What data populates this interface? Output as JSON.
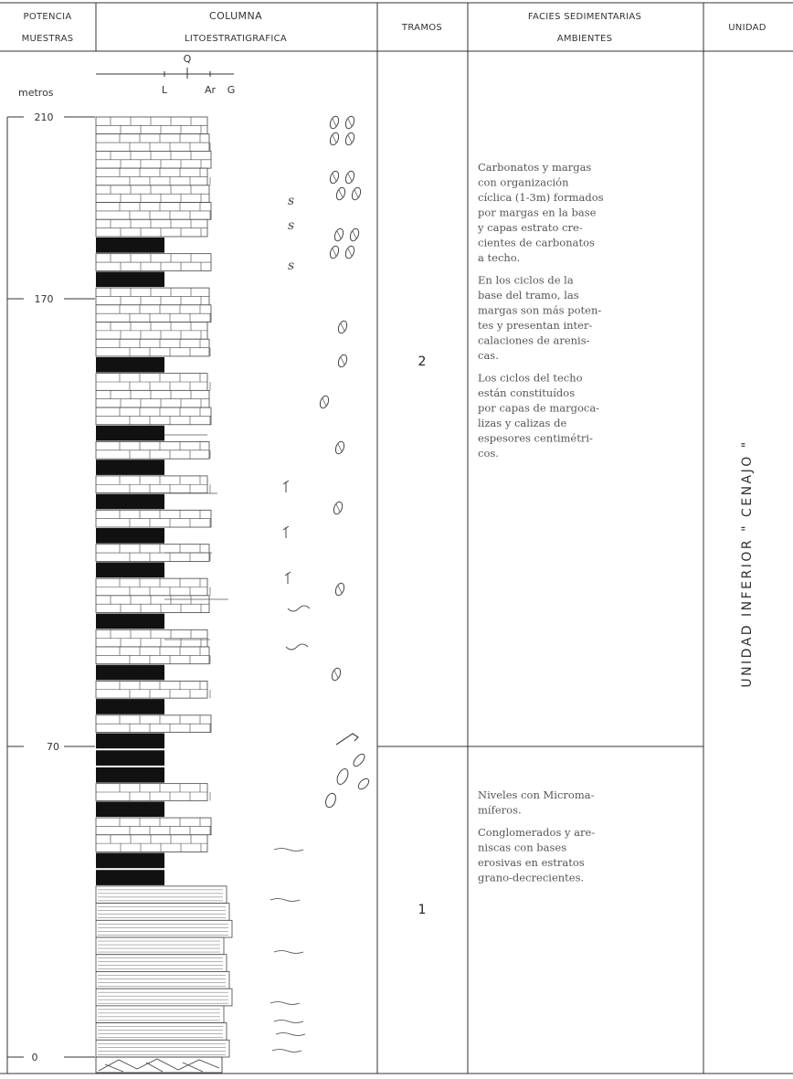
{
  "headers": {
    "potencia": "POTENCIA",
    "muestras": "MUESTRAS",
    "columna": "COLUMNA",
    "lito": "LITOESTRATIGRAFICA",
    "tramos": "TRAMOS",
    "facies1": "FACIES SEDIMENTARIAS",
    "facies2": "AMBIENTES",
    "unidad": "UNIDAD"
  },
  "grain_scale": {
    "top": "Q",
    "labels": [
      "L",
      "Ar",
      "G"
    ]
  },
  "axis": {
    "unit_label": "metros",
    "ticks": [
      "210",
      "170",
      "70",
      "0"
    ]
  },
  "tramos": [
    "2",
    "1"
  ],
  "facies": {
    "tramo2": [
      [
        "Carbonatos y margas",
        "con organización",
        "cíclica (1-3m) formados",
        "por margas en la base",
        "y capas estrato cre-",
        "cientes de carbonatos",
        "a techo."
      ],
      [
        "En los ciclos de la",
        "base del tramo, las",
        "margas son más poten-",
        "tes y presentan inter-",
        "calaciones de arenis-",
        "cas."
      ],
      [
        "Los ciclos del techo",
        "están constituídos",
        "por capas de margoca-",
        "lizas y calizas de",
        "espesores centimétri-",
        "cos."
      ]
    ],
    "tramo1": [
      [
        "Niveles con Microma-",
        "míferos."
      ],
      [
        "Conglomerados y are-",
        "niscas con bases",
        "erosivas en estratos",
        "grano-decrecientes."
      ]
    ]
  },
  "unidad_label": "UNIDAD INFERIOR \" CENAJO \"",
  "symbols": {
    "s": "s"
  },
  "beds_top_to_bottom": [
    "limestone",
    "limestone",
    "limestone",
    "limestone",
    "limestone",
    "limestone",
    "limestone",
    "marl",
    "limestone",
    "marl",
    "limestone",
    "limestone",
    "limestone",
    "limestone",
    "marl",
    "limestone",
    "limestone",
    "limestone",
    "marl",
    "limestone",
    "marl",
    "limestone",
    "marl",
    "limestone",
    "marl",
    "limestone",
    "marl",
    "limestone",
    "limestone",
    "marl",
    "limestone",
    "limestone",
    "marl",
    "limestone",
    "marl",
    "limestone",
    "marl",
    "marl",
    "marl",
    "limestone",
    "marl",
    "limestone",
    "limestone",
    "marl",
    "marl",
    "sand",
    "sand",
    "sand",
    "sand",
    "sand",
    "sand",
    "sand",
    "sand",
    "sand",
    "sand"
  ]
}
